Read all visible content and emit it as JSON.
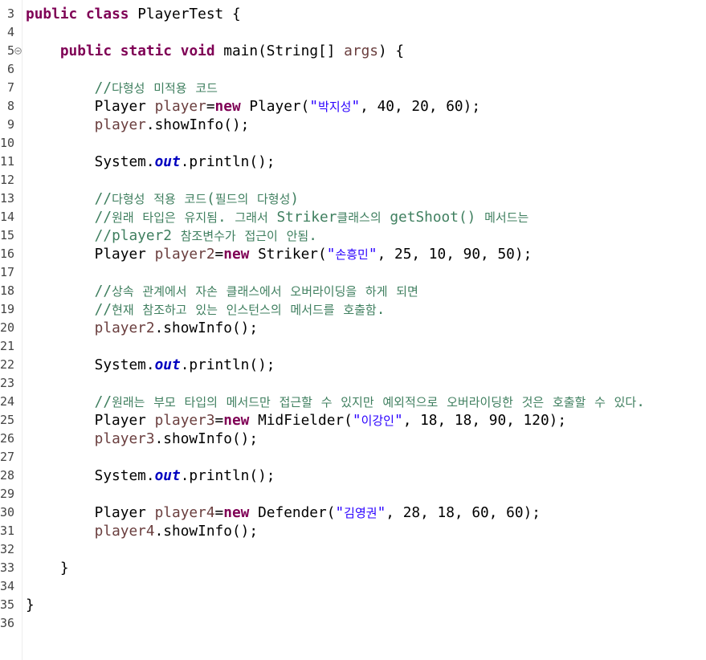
{
  "editor": {
    "fold_icon": "collapse-minus-circle-icon",
    "lines": [
      {
        "num": "3",
        "tokens": [
          {
            "text": "public",
            "color": "#7F0055",
            "bold": true
          },
          {
            "text": " "
          },
          {
            "text": "class",
            "color": "#7F0055",
            "bold": true
          },
          {
            "text": " PlayerTest {"
          }
        ]
      },
      {
        "num": "4",
        "tokens": []
      },
      {
        "num": "5",
        "fold": true,
        "tokens": [
          {
            "text": "    "
          },
          {
            "text": "public",
            "color": "#7F0055",
            "bold": true
          },
          {
            "text": " "
          },
          {
            "text": "static",
            "color": "#7F0055",
            "bold": true
          },
          {
            "text": " "
          },
          {
            "text": "void",
            "color": "#7F0055",
            "bold": true
          },
          {
            "text": " main(String[] "
          },
          {
            "text": "args",
            "color": "#6A3E3E"
          },
          {
            "text": ") {"
          }
        ]
      },
      {
        "num": "6",
        "tokens": []
      },
      {
        "num": "7",
        "tokens": [
          {
            "text": "        "
          },
          {
            "text": "//다형성 미적용 코드",
            "color": "#3F7F5F"
          }
        ]
      },
      {
        "num": "8",
        "tokens": [
          {
            "text": "        Player "
          },
          {
            "text": "player",
            "color": "#6A3E3E"
          },
          {
            "text": "="
          },
          {
            "text": "new",
            "color": "#7F0055",
            "bold": true
          },
          {
            "text": " Player("
          },
          {
            "text": "\"박지성\"",
            "color": "#2A00FF"
          },
          {
            "text": ", 40, 20, 60);"
          }
        ]
      },
      {
        "num": "9",
        "tokens": [
          {
            "text": "        "
          },
          {
            "text": "player",
            "color": "#6A3E3E"
          },
          {
            "text": ".showInfo();"
          }
        ]
      },
      {
        "num": "10",
        "tokens": []
      },
      {
        "num": "11",
        "tokens": [
          {
            "text": "        System."
          },
          {
            "text": "out",
            "color": "#0000C0",
            "bold": true,
            "italic": true
          },
          {
            "text": ".println();"
          }
        ]
      },
      {
        "num": "12",
        "tokens": []
      },
      {
        "num": "13",
        "tokens": [
          {
            "text": "        "
          },
          {
            "text": "//다형성 적용 코드(필드의 다형성)",
            "color": "#3F7F5F"
          }
        ]
      },
      {
        "num": "14",
        "tokens": [
          {
            "text": "        "
          },
          {
            "text": "//원래 타입은 유지됨. 그래서 Striker클래스의 getShoot() 메서드는",
            "color": "#3F7F5F"
          }
        ]
      },
      {
        "num": "15",
        "tokens": [
          {
            "text": "        "
          },
          {
            "text": "//player2 참조변수가 접근이 안됨.",
            "color": "#3F7F5F"
          }
        ]
      },
      {
        "num": "16",
        "tokens": [
          {
            "text": "        Player "
          },
          {
            "text": "player2",
            "color": "#6A3E3E"
          },
          {
            "text": "="
          },
          {
            "text": "new",
            "color": "#7F0055",
            "bold": true
          },
          {
            "text": " Striker("
          },
          {
            "text": "\"손흥민\"",
            "color": "#2A00FF"
          },
          {
            "text": ", 25, 10, 90, 50);"
          }
        ]
      },
      {
        "num": "17",
        "tokens": []
      },
      {
        "num": "18",
        "tokens": [
          {
            "text": "        "
          },
          {
            "text": "//상속 관계에서 자손 클래스에서 오버라이딩을 하게 되면",
            "color": "#3F7F5F"
          }
        ]
      },
      {
        "num": "19",
        "tokens": [
          {
            "text": "        "
          },
          {
            "text": "//현재 참조하고 있는 인스턴스의 메서드를 호출함.",
            "color": "#3F7F5F"
          }
        ]
      },
      {
        "num": "20",
        "tokens": [
          {
            "text": "        "
          },
          {
            "text": "player2",
            "color": "#6A3E3E"
          },
          {
            "text": ".showInfo();"
          }
        ]
      },
      {
        "num": "21",
        "tokens": []
      },
      {
        "num": "22",
        "tokens": [
          {
            "text": "        System."
          },
          {
            "text": "out",
            "color": "#0000C0",
            "bold": true,
            "italic": true
          },
          {
            "text": ".println();"
          }
        ]
      },
      {
        "num": "23",
        "tokens": []
      },
      {
        "num": "24",
        "tokens": [
          {
            "text": "        "
          },
          {
            "text": "//원래는 부모 타입의 메서드만 접근할 수 있지만 예외적으로 오버라이딩한 것은 호출할 수 있다.",
            "color": "#3F7F5F"
          }
        ]
      },
      {
        "num": "25",
        "tokens": [
          {
            "text": "        Player "
          },
          {
            "text": "player3",
            "color": "#6A3E3E"
          },
          {
            "text": "="
          },
          {
            "text": "new",
            "color": "#7F0055",
            "bold": true
          },
          {
            "text": " MidFielder("
          },
          {
            "text": "\"이강인\"",
            "color": "#2A00FF"
          },
          {
            "text": ", 18, 18, 90, 120);"
          }
        ]
      },
      {
        "num": "26",
        "tokens": [
          {
            "text": "        "
          },
          {
            "text": "player3",
            "color": "#6A3E3E"
          },
          {
            "text": ".showInfo();"
          }
        ]
      },
      {
        "num": "27",
        "tokens": []
      },
      {
        "num": "28",
        "tokens": [
          {
            "text": "        System."
          },
          {
            "text": "out",
            "color": "#0000C0",
            "bold": true,
            "italic": true
          },
          {
            "text": ".println();"
          }
        ]
      },
      {
        "num": "29",
        "tokens": []
      },
      {
        "num": "30",
        "tokens": [
          {
            "text": "        Player "
          },
          {
            "text": "player4",
            "color": "#6A3E3E"
          },
          {
            "text": "="
          },
          {
            "text": "new",
            "color": "#7F0055",
            "bold": true
          },
          {
            "text": " Defender("
          },
          {
            "text": "\"김영권\"",
            "color": "#2A00FF"
          },
          {
            "text": ", 28, 18, 60, 60);"
          }
        ]
      },
      {
        "num": "31",
        "tokens": [
          {
            "text": "        "
          },
          {
            "text": "player4",
            "color": "#6A3E3E"
          },
          {
            "text": ".showInfo();"
          }
        ]
      },
      {
        "num": "32",
        "tokens": []
      },
      {
        "num": "33",
        "tokens": [
          {
            "text": "    }"
          }
        ]
      },
      {
        "num": "34",
        "tokens": []
      },
      {
        "num": "35",
        "tokens": [
          {
            "text": "}"
          }
        ]
      },
      {
        "num": "36",
        "tokens": []
      }
    ]
  }
}
